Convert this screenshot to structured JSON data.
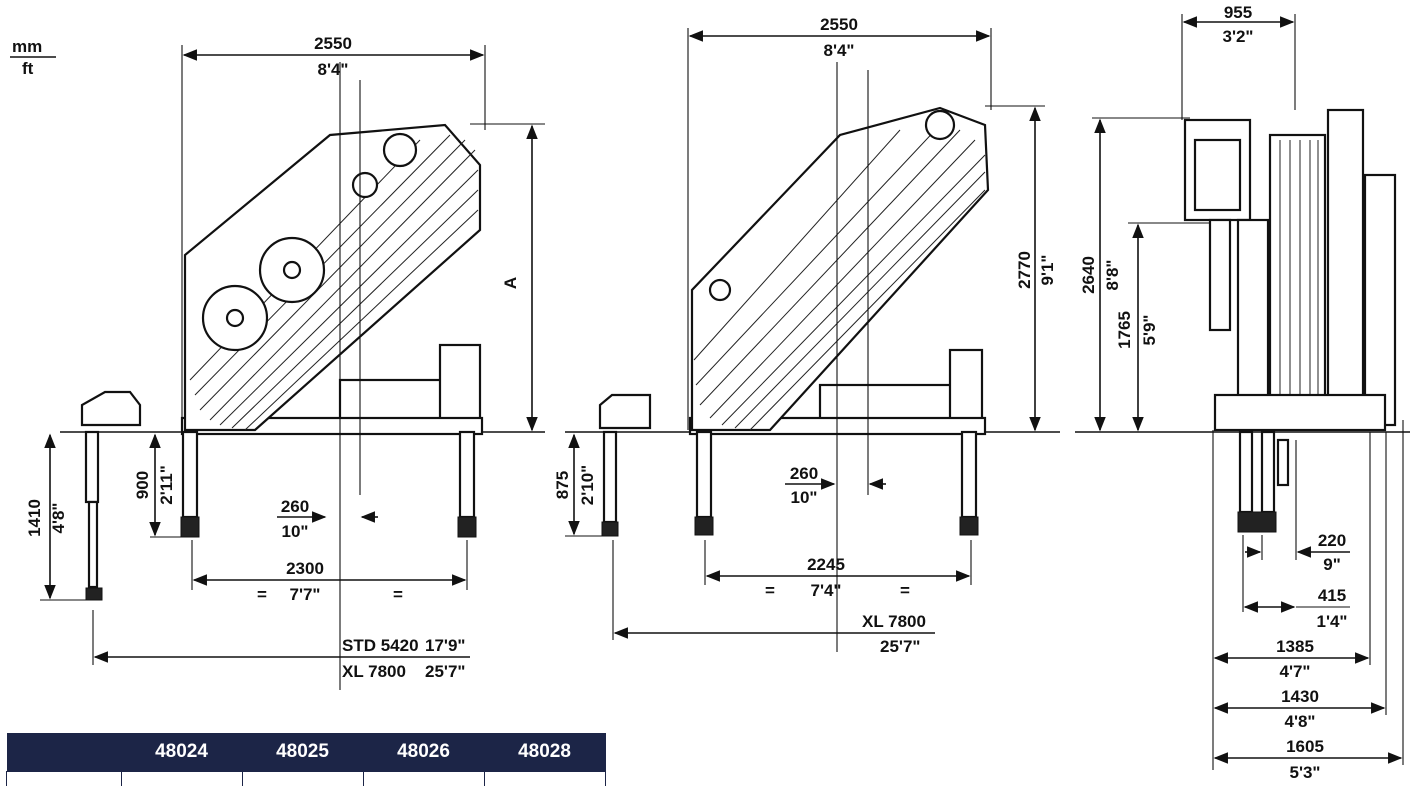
{
  "units": {
    "top": "mm",
    "bottom": "ft"
  },
  "view1": {
    "width_mm": "2550",
    "width_ft": "8'4\"",
    "height_label": "A",
    "outrigger_mm": "1410",
    "outrigger_ft": "4'8\"",
    "leg_mm": "900",
    "leg_ft": "2'11\"",
    "offset_mm": "260",
    "offset_ft": "10\"",
    "span_mm": "2300",
    "span_ft": "7'7\"",
    "eq": "=",
    "std_label": "STD 5420",
    "std_ft": "17'9\"",
    "xl_label": "XL 7800",
    "xl_ft": "25'7\""
  },
  "view2": {
    "width_mm": "2550",
    "width_ft": "8'4\"",
    "height_mm": "2770",
    "height_ft": "9'1\"",
    "leg_mm": "875",
    "leg_ft": "2'10\"",
    "offset_mm": "260",
    "offset_ft": "10\"",
    "span_mm": "2245",
    "span_ft": "7'4\"",
    "eq": "=",
    "xl_label": "XL 7800",
    "xl_ft": "25'7\""
  },
  "view3": {
    "top_mm": "955",
    "top_ft": "3'2\"",
    "h1_mm": "2640",
    "h1_ft": "8'8\"",
    "h2_mm": "1765",
    "h2_ft": "5'9\"",
    "d1_mm": "220",
    "d1_ft": "9\"",
    "d2_mm": "415",
    "d2_ft": "1'4\"",
    "d3_mm": "1385",
    "d3_ft": "4'7\"",
    "d4_mm": "1430",
    "d4_ft": "4'8\"",
    "d5_mm": "1605",
    "d5_ft": "5'3\""
  },
  "table": {
    "columns": [
      "",
      "48024",
      "48025",
      "48026",
      "48028"
    ]
  },
  "colors": {
    "header_bg": "#1c2547",
    "line": "#111111"
  }
}
